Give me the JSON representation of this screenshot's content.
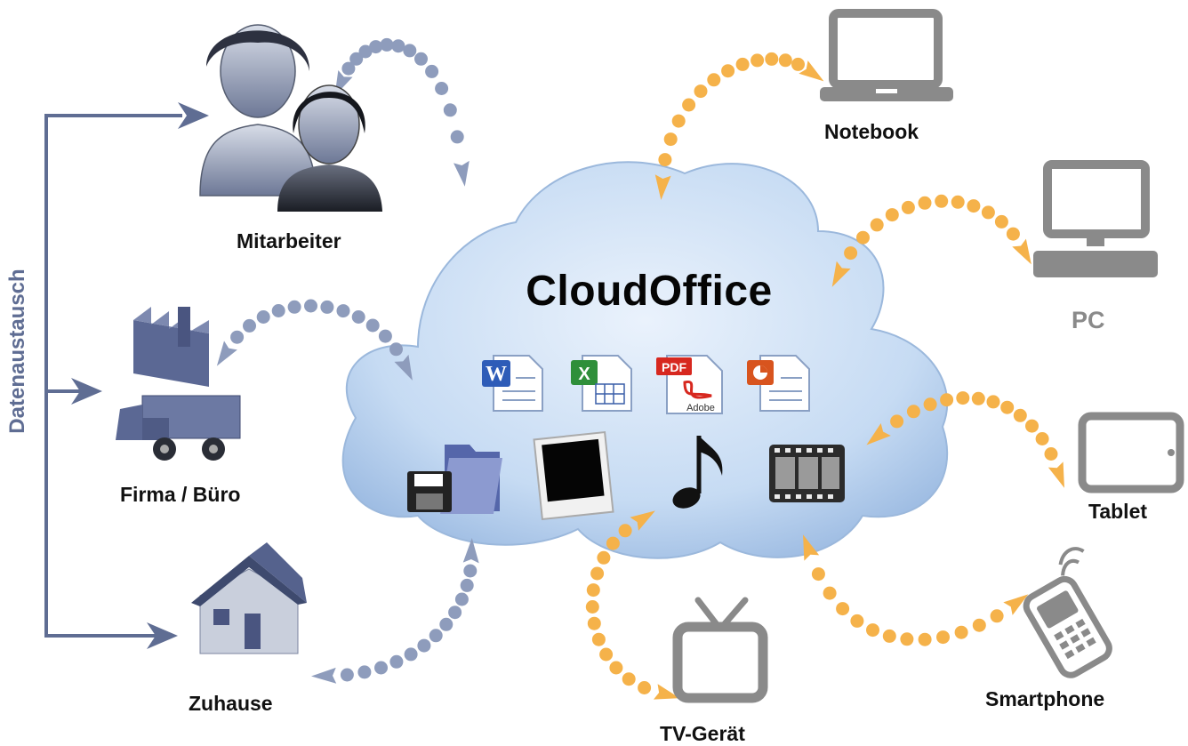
{
  "diagram": {
    "title": "CloudOffice",
    "side_label": "Datenaustausch",
    "nodes": {
      "mitarbeiter": "Mitarbeiter",
      "firma": "Firma / Büro",
      "zuhause": "Zuhause",
      "notebook": "Notebook",
      "pc": "PC",
      "tablet": "Tablet",
      "smartphone": "Smartphone",
      "tv": "TV-Gerät"
    },
    "file_icons": {
      "pdf": "PDF",
      "adobe": "Adobe"
    }
  },
  "colors": {
    "cloud": "#c9dcf2",
    "blue_dots": "#8e9cbc",
    "orange_dots": "#f5b24a",
    "device_gray": "#8a8a8a",
    "exchange_lines": "#5f6d93"
  }
}
